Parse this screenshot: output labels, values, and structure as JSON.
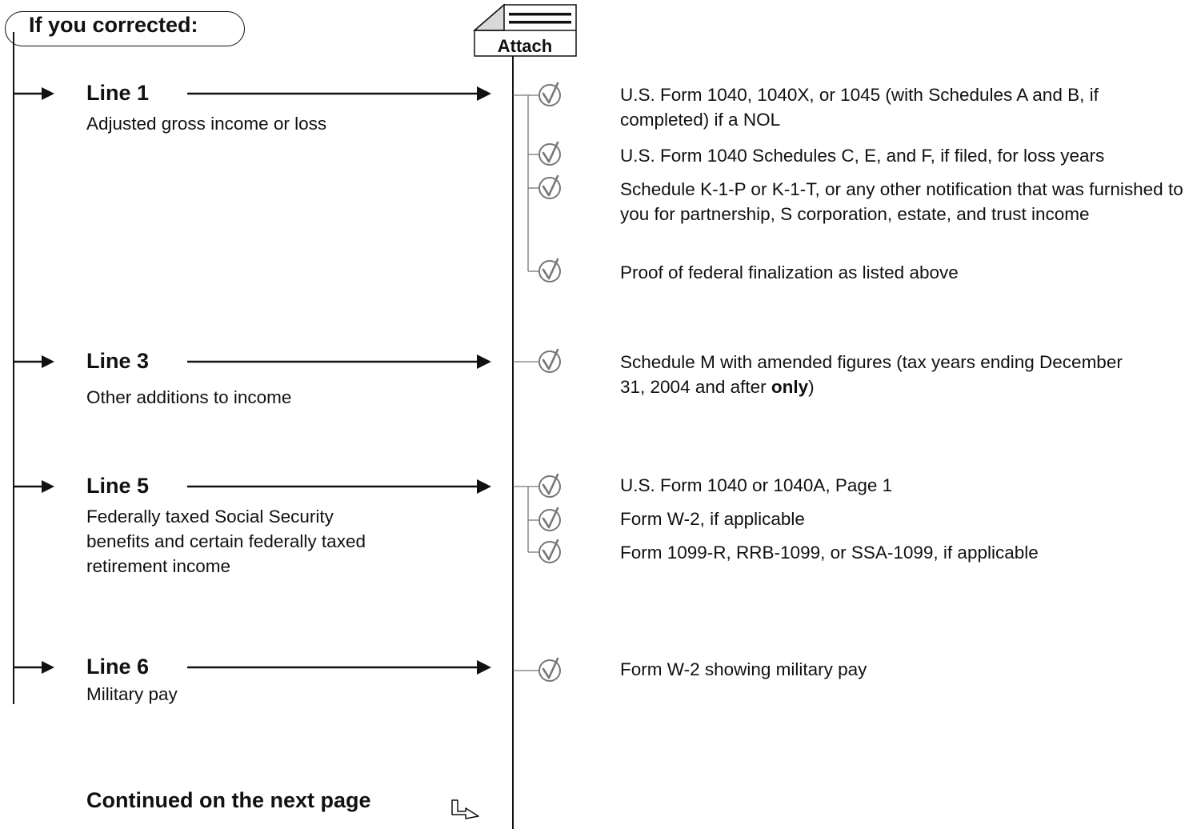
{
  "header": {
    "title": "If you corrected:"
  },
  "attach_label": "Attach",
  "sections": [
    {
      "line": "Line 1",
      "description": "Adjusted gross income or loss",
      "attachments": [
        "U.S. Form 1040, 1040X, or 1045 (with Schedules A and B, if completed) if a NOL",
        "U.S. Form 1040 Schedules C, E, and F, if filed, for loss years",
        "Schedule K-1-P or K-1-T, or any other notification that was furnished to you for partnership, S corporation, estate, and trust income",
        "Proof of federal finalization as listed above"
      ]
    },
    {
      "line": "Line 3",
      "description": "Other additions to income",
      "attachments": [
        "Schedule M with amended figures (tax years ending December 31, 2004 and after only)"
      ]
    },
    {
      "line": "Line 5",
      "description": "Federally taxed Social Security benefits and certain federally taxed retirement income",
      "attachments": [
        "U.S. Form 1040 or 1040A, Page 1",
        "Form W-2, if applicable",
        "Form 1099-R, RRB-1099, or SSA-1099, if applicable"
      ]
    },
    {
      "line": "Line 6",
      "description": "Military pay",
      "attachments": [
        "Form W-2 showing military pay"
      ]
    }
  ],
  "footer": {
    "continued": "Continued on the next page"
  }
}
